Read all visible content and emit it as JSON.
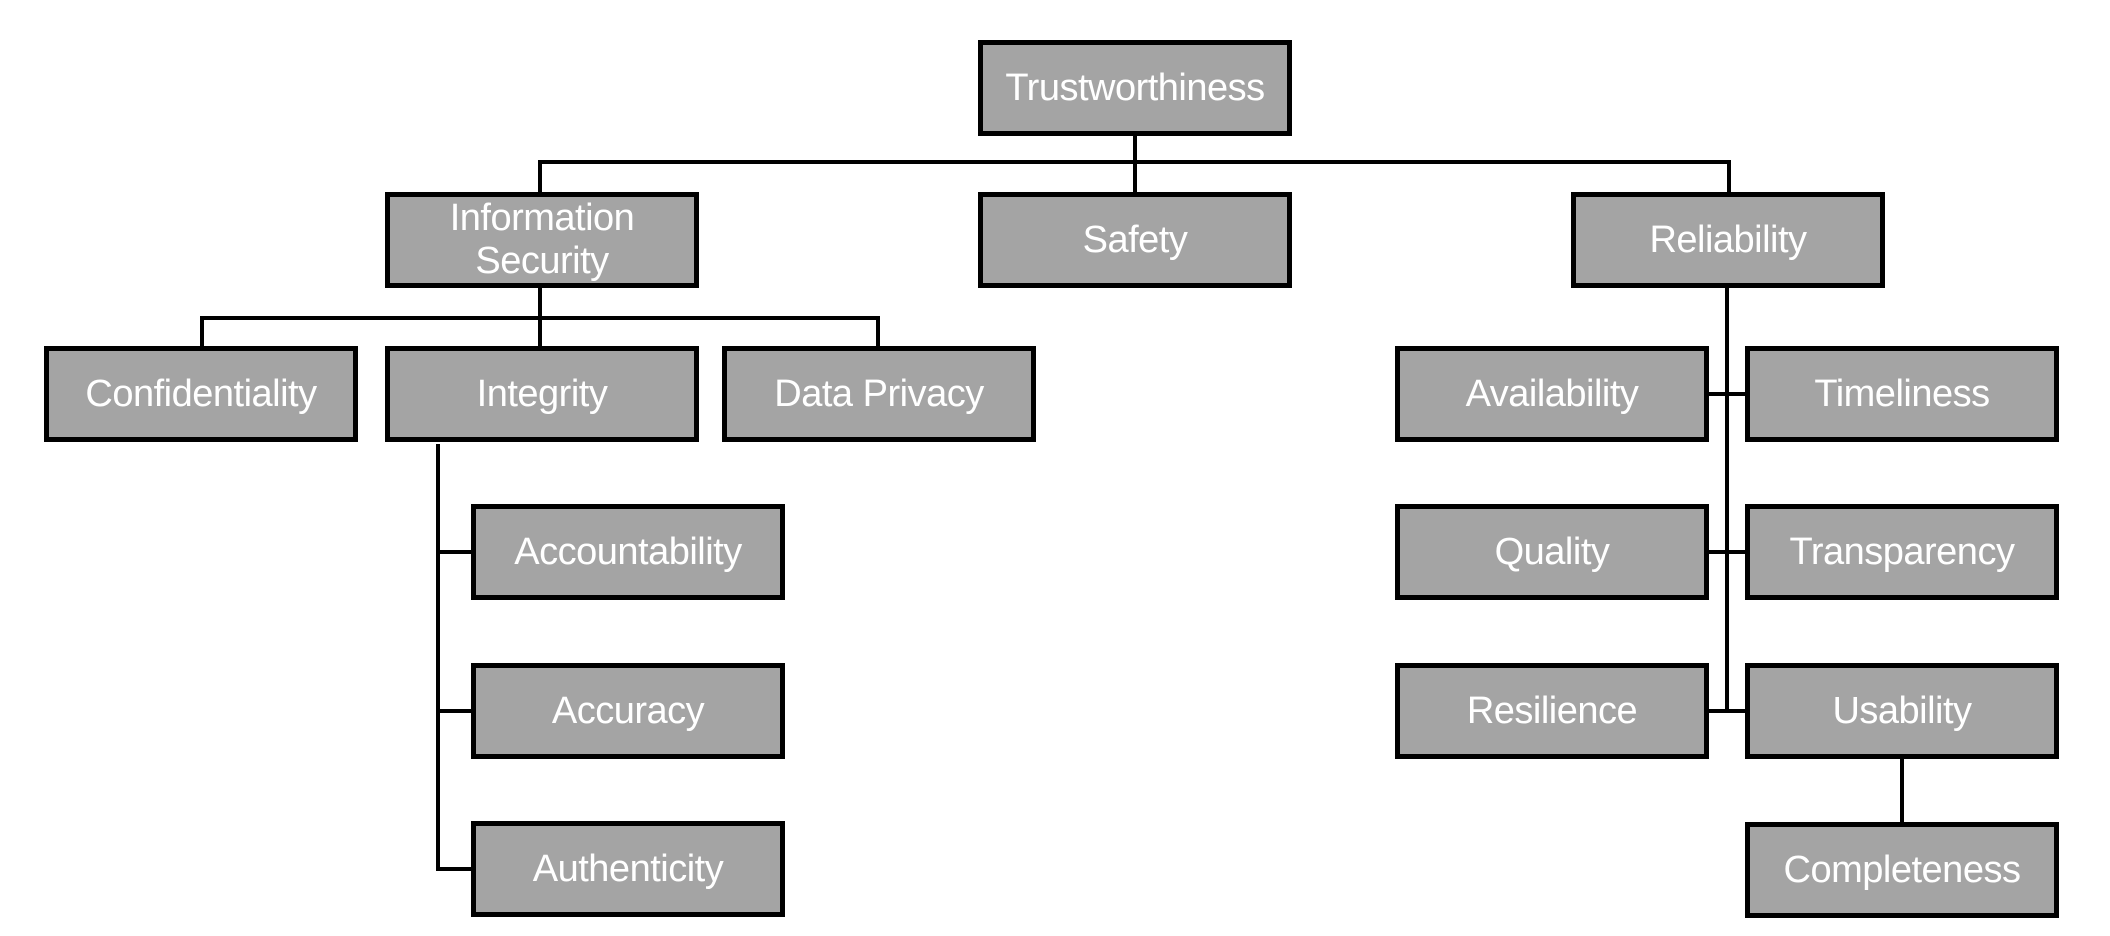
{
  "diagram": {
    "colors": {
      "background": "#ffffff",
      "box_fill": "#a4a4a4",
      "box_border": "#000000",
      "text_color": "#ffffff",
      "line_color": "#000000"
    },
    "nodes": {
      "trustworthiness": {
        "label": "Trustworthiness"
      },
      "information_security": {
        "label": "Information Security"
      },
      "safety": {
        "label": "Safety"
      },
      "reliability": {
        "label": "Reliability"
      },
      "confidentiality": {
        "label": "Confidentiality"
      },
      "integrity": {
        "label": "Integrity"
      },
      "data_privacy": {
        "label": "Data Privacy"
      },
      "accountability": {
        "label": "Accountability"
      },
      "accuracy": {
        "label": "Accuracy"
      },
      "authenticity": {
        "label": "Authenticity"
      },
      "availability": {
        "label": "Availability"
      },
      "timeliness": {
        "label": "Timeliness"
      },
      "quality": {
        "label": "Quality"
      },
      "transparency": {
        "label": "Transparency"
      },
      "resilience": {
        "label": "Resilience"
      },
      "usability": {
        "label": "Usability"
      },
      "completeness": {
        "label": "Completeness"
      }
    },
    "edges": [
      {
        "parent": "Trustworthiness",
        "child": "Information Security"
      },
      {
        "parent": "Trustworthiness",
        "child": "Safety"
      },
      {
        "parent": "Trustworthiness",
        "child": "Reliability"
      },
      {
        "parent": "Information Security",
        "child": "Confidentiality"
      },
      {
        "parent": "Information Security",
        "child": "Integrity"
      },
      {
        "parent": "Information Security",
        "child": "Data Privacy"
      },
      {
        "parent": "Integrity",
        "child": "Accountability"
      },
      {
        "parent": "Integrity",
        "child": "Accuracy"
      },
      {
        "parent": "Integrity",
        "child": "Authenticity"
      },
      {
        "parent": "Reliability",
        "child": "Availability"
      },
      {
        "parent": "Reliability",
        "child": "Timeliness"
      },
      {
        "parent": "Reliability",
        "child": "Quality"
      },
      {
        "parent": "Reliability",
        "child": "Transparency"
      },
      {
        "parent": "Reliability",
        "child": "Resilience"
      },
      {
        "parent": "Reliability",
        "child": "Usability"
      },
      {
        "parent": "Usability",
        "child": "Completeness"
      }
    ]
  }
}
